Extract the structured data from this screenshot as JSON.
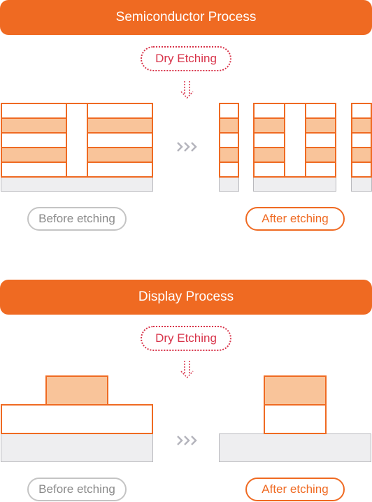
{
  "semiconductor": {
    "title": "Semiconductor Process",
    "step_label": "Dry Etching",
    "before_label": "Before etching",
    "after_label": "After etching"
  },
  "display": {
    "title": "Display Process",
    "step_label": "Dry Etching",
    "before_label": "Before etching",
    "after_label": "After etching"
  },
  "colors": {
    "accent": "#ef6a22",
    "layer_fill": "#f9c49a",
    "step_border": "#d8344a",
    "substrate": "#eeeef0",
    "muted_border": "#c4c4c4",
    "arrow": "#b4b4bc"
  },
  "icons": {
    "step_arrow": "dotted-down-arrow-icon",
    "flow_arrow": "triple-chevron-right-icon"
  }
}
